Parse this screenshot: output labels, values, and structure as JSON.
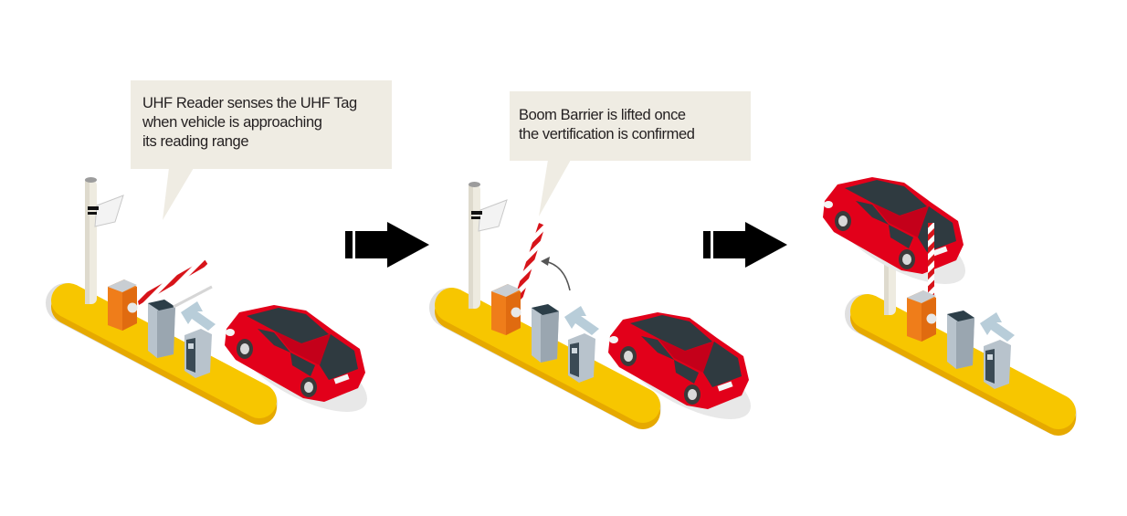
{
  "steps": [
    {
      "callout": "UHF Reader senses the UHF Tag\nwhen vehicle is approaching\nits reading range",
      "barrier_state": "closed"
    },
    {
      "callout": "Boom Barrier is lifted once\nthe vertification is confirmed",
      "barrier_state": "lifting"
    },
    {
      "callout": null,
      "barrier_state": "open"
    }
  ],
  "colors": {
    "island": "#f7c600",
    "car": "#e2001a",
    "barrier_box": "#ef7d1a",
    "callout_bg": "#efece3",
    "arrow": "#000000"
  }
}
